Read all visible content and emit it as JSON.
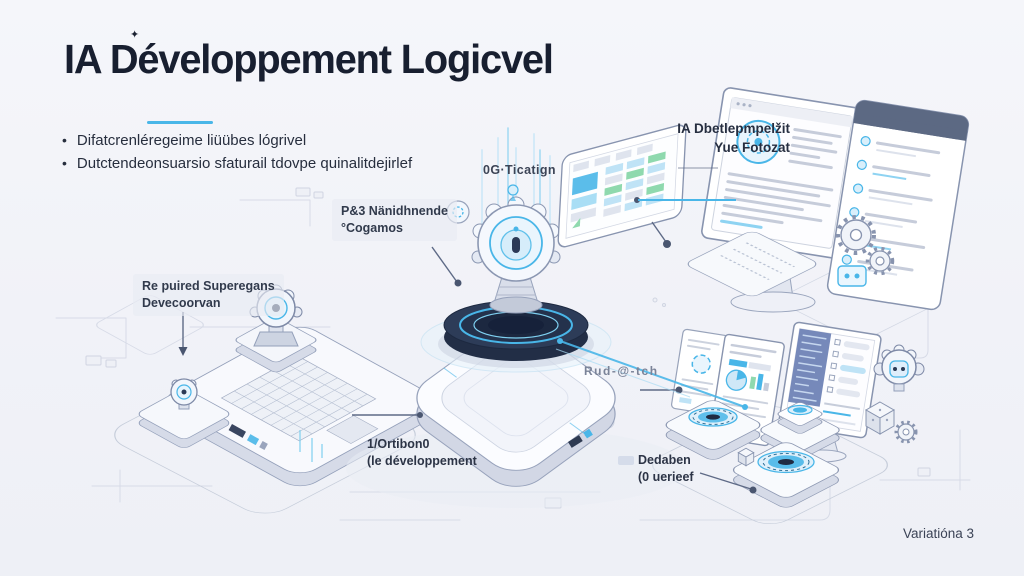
{
  "slide": {
    "title": "IA Développement Logicvel",
    "sparkle": "✦",
    "bullet_marker": "•",
    "bullets": [
      "Difatcrenléregeime liüübes lógrivel",
      "Dutctendeonsuarsio sfaturail tdovpe quinalitdejirlef"
    ],
    "variation": "Variatióna 3"
  },
  "callouts": {
    "screens_line1": "IA Dbetlepmpelžit",
    "screens_line2": "Yue Fotozat",
    "platform_top": "0G·Ticatign",
    "program_line1": "P&3 Nänidhnende",
    "program_line2": "°Cogamos",
    "required_line1": "Re puired Superegans",
    "required_line2": "Devecoorvan",
    "mid": "Rud-@-tch",
    "option_line1": "1/Ortibon0",
    "option_line2": "(le développement",
    "data_line1": "Dedaben",
    "data_line2": "(0 uerieef"
  },
  "colors": {
    "background": "#f2f3f8",
    "ink": "#181f30",
    "accent_cyan": "#49b6e8",
    "light_cyan": "#bfe3f6",
    "navy_outline": "#8894af",
    "disc_navy": "#2d3c58",
    "green": "#8fd9ae",
    "code_blue": "#5e74ae"
  }
}
